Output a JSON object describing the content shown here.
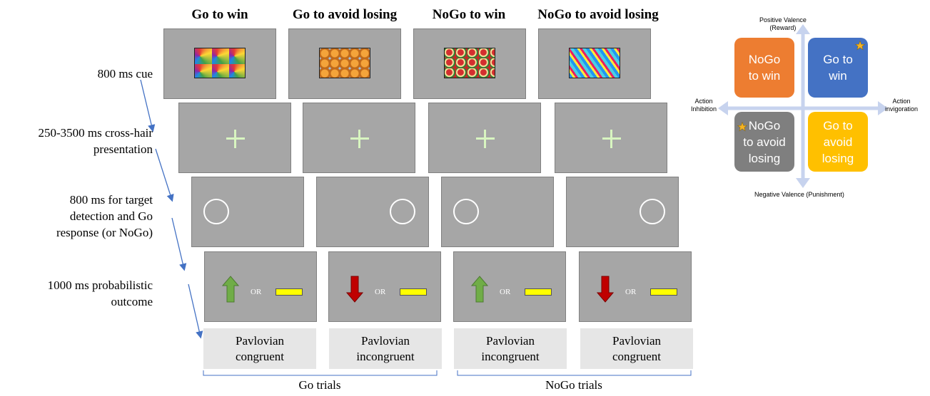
{
  "conditions": [
    "Go to win",
    "Go to avoid losing",
    "NoGo to win",
    "NoGo to avoid losing"
  ],
  "steps": {
    "cue": [
      "800 ms cue"
    ],
    "crosshair": [
      "250-3500 ms cross-hair",
      "presentation"
    ],
    "target": [
      "800 ms for target",
      "detection and Go",
      "response (or NoGo)"
    ],
    "outcome": [
      "1000 ms probabilistic",
      "outcome"
    ]
  },
  "outcome_or": "OR",
  "pavlovian": [
    {
      "line1": "Pavlovian",
      "line2": "congruent"
    },
    {
      "line1": "Pavlovian",
      "line2": "incongruent"
    },
    {
      "line1": "Pavlovian",
      "line2": "incongruent"
    },
    {
      "line1": "Pavlovian",
      "line2": "congruent"
    }
  ],
  "trial_groups": {
    "go": "Go trials",
    "nogo": "NoGo trials"
  },
  "quadrant": {
    "top": [
      "Positive Valence",
      "(Reward)"
    ],
    "bottom": "Negative Valence (Punishment)",
    "left": [
      "Action",
      "Inhibition"
    ],
    "right": [
      "Action",
      "invigoration"
    ],
    "boxes": {
      "nogo_win": [
        "NoGo",
        "to win"
      ],
      "go_win": [
        "Go to",
        "win"
      ],
      "nogo_avoid": [
        "NoGo",
        "to avoid",
        "losing"
      ],
      "go_avoid": [
        "Go to",
        "avoid",
        "losing"
      ]
    },
    "colors": {
      "nogo_win": "#ed7d31",
      "go_win": "#4472c4",
      "nogo_avoid": "#7f7f7f",
      "go_avoid": "#ffc000",
      "axis": "#c7d3ee",
      "star": "#f5b324"
    }
  },
  "colors": {
    "screen": "#a6a6a6",
    "arrow_up": "#70ad47",
    "arrow_down": "#c00000",
    "bar": "#ffff00",
    "timeline": "#4472c4"
  }
}
